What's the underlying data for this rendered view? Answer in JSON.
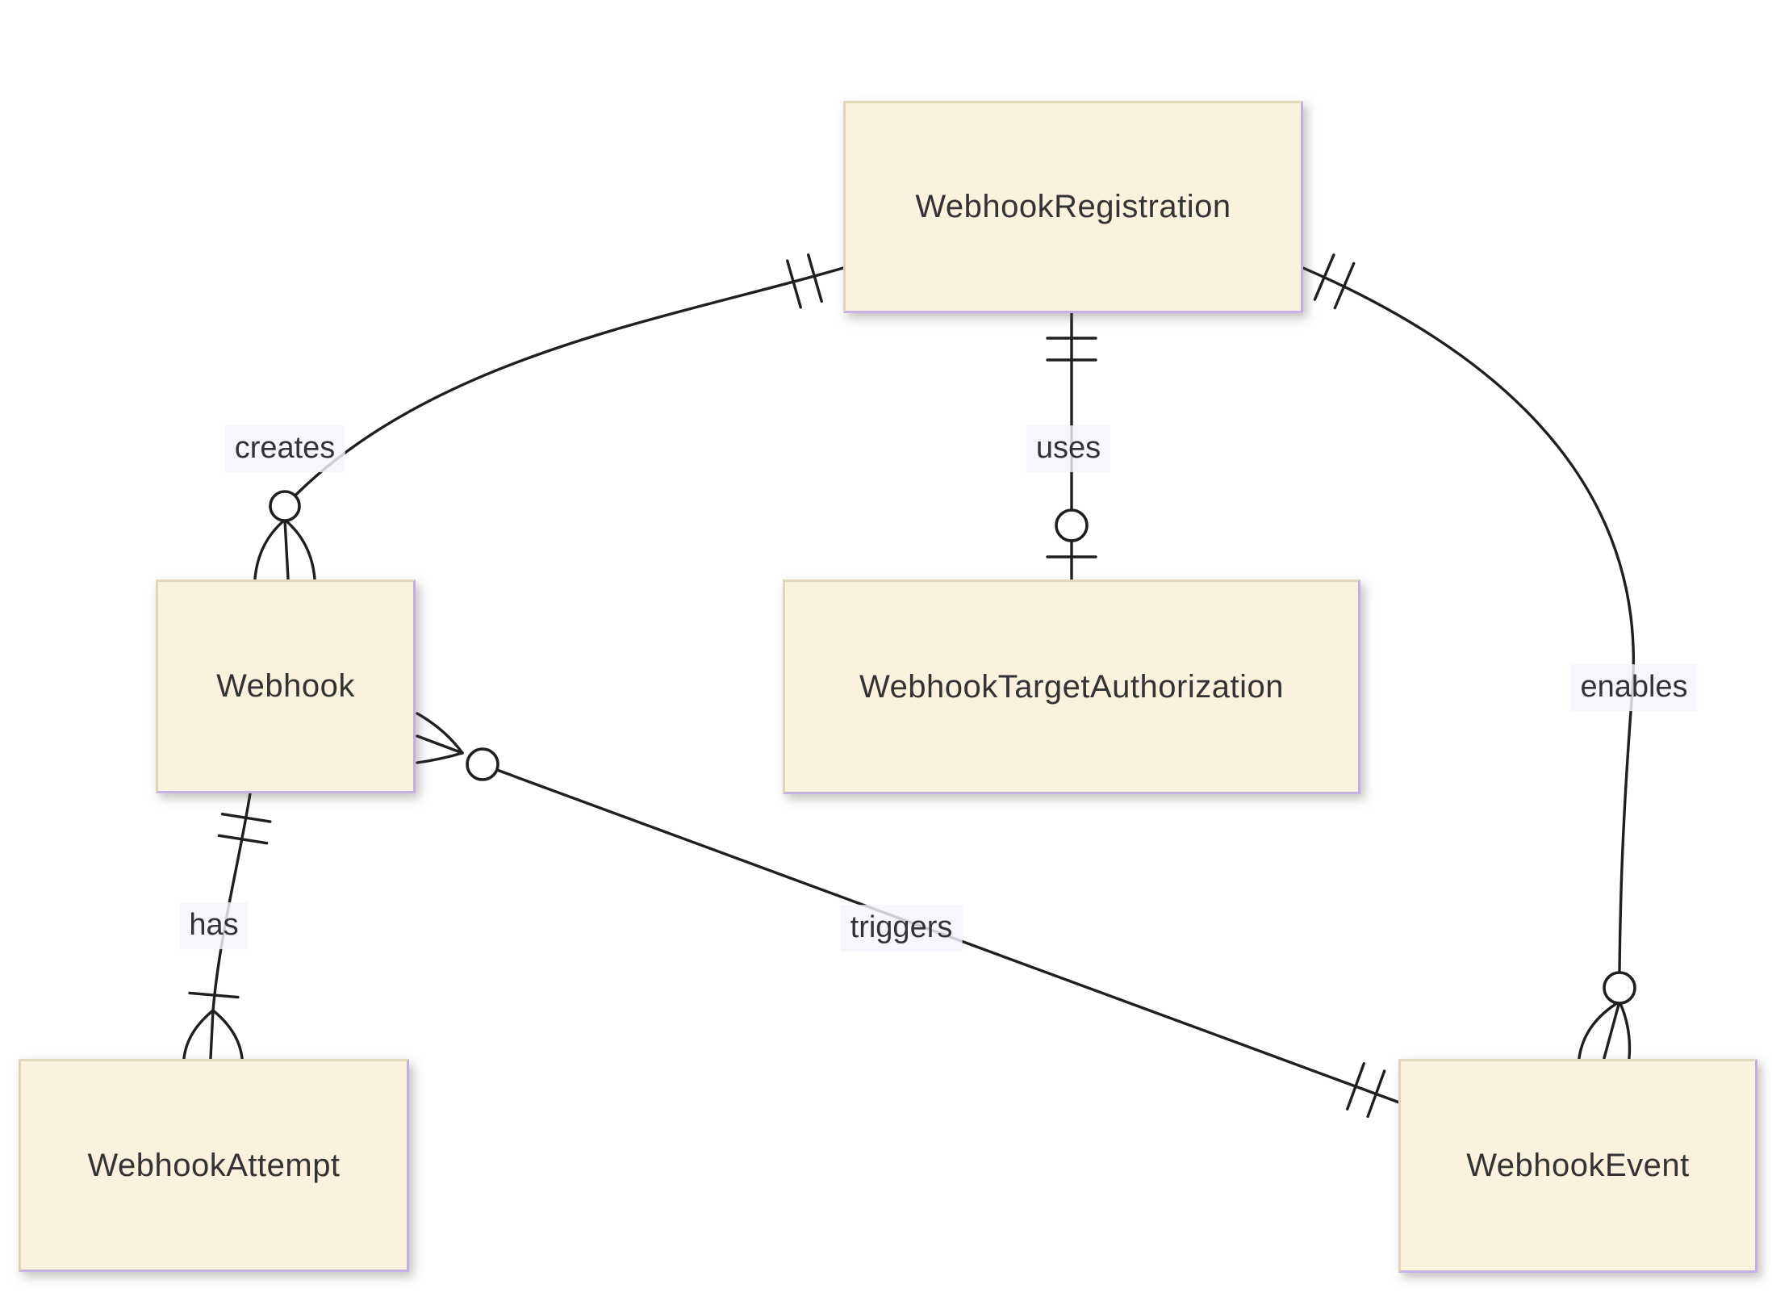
{
  "diagram": {
    "kind": "entity-relationship-diagram",
    "colors": {
      "background": "#FFFFFF",
      "entity_fill": "#FAF2DC",
      "entity_border_purple": "#C3AEE3",
      "entity_border_tan": "#E0D6BB",
      "line": "#1F1F1F",
      "text": "#333333",
      "relationship_label_bg": "#F3F5FB"
    },
    "entities": [
      {
        "id": "webhook_registration",
        "label": "WebhookRegistration"
      },
      {
        "id": "webhook",
        "label": "Webhook"
      },
      {
        "id": "webhook_target_authorization",
        "label": "WebhookTargetAuthorization"
      },
      {
        "id": "webhook_attempt",
        "label": "WebhookAttempt"
      },
      {
        "id": "webhook_event",
        "label": "WebhookEvent"
      }
    ],
    "relationships": [
      {
        "label": "creates",
        "from": "WebhookRegistration",
        "to": "Webhook",
        "from_cardinality": "exactly-one",
        "to_cardinality": "zero-or-many"
      },
      {
        "label": "uses",
        "from": "WebhookRegistration",
        "to": "WebhookTargetAuthorization",
        "from_cardinality": "exactly-one",
        "to_cardinality": "zero-or-one"
      },
      {
        "label": "enables",
        "from": "WebhookRegistration",
        "to": "WebhookEvent",
        "from_cardinality": "exactly-one",
        "to_cardinality": "zero-or-many"
      },
      {
        "label": "has",
        "from": "Webhook",
        "to": "WebhookAttempt",
        "from_cardinality": "exactly-one",
        "to_cardinality": "one-or-many"
      },
      {
        "label": "triggers",
        "from": "Webhook",
        "to": "WebhookEvent",
        "from_cardinality": "zero-or-many",
        "to_cardinality": "exactly-one"
      }
    ]
  }
}
